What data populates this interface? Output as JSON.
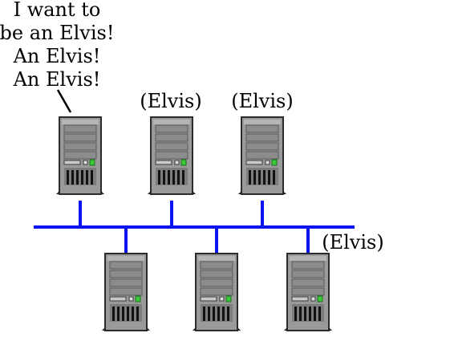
{
  "speech": {
    "lines": [
      "I want to",
      "be an Elvis!",
      "An Elvis!",
      "An Elvis!"
    ]
  },
  "labels": {
    "top_middle": "(Elvis)",
    "top_right": "(Elvis)",
    "bottom_right": "(Elvis)"
  },
  "colors": {
    "network": "#0a14f0",
    "server_body": "#9a9a9a",
    "server_outline": "#2b2b2b",
    "status_led": "#38c838",
    "text": "#000000"
  },
  "icons": {
    "server": "tower-server-icon"
  },
  "network": {
    "top_row_servers": 3,
    "bottom_row_servers": 3
  }
}
